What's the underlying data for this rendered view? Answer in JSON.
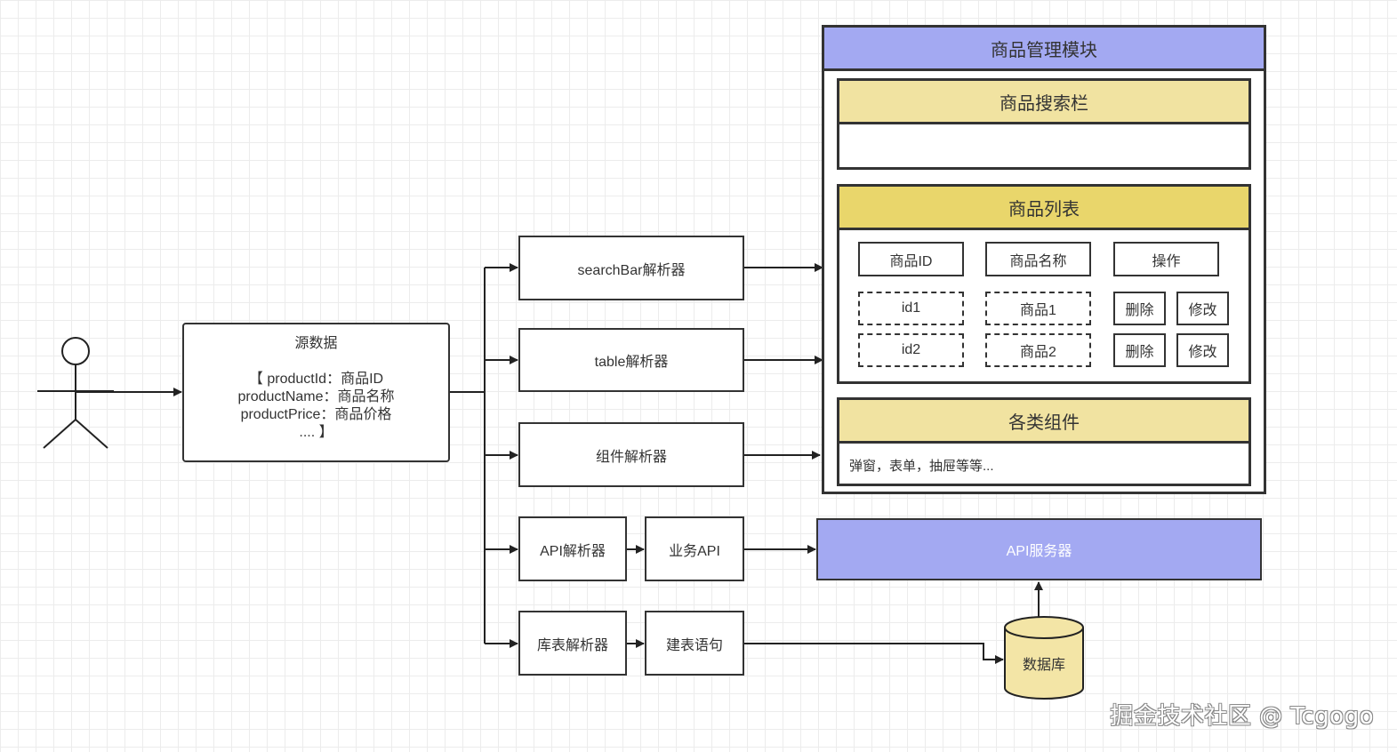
{
  "source": {
    "title": "源数据",
    "line1": "【 productId：商品ID",
    "line2": "productName：商品名称",
    "line3": "productPrice：商品价格",
    "line4": ".... 】"
  },
  "parsers": {
    "searchbar": "searchBar解析器",
    "table": "table解析器",
    "component": "组件解析器",
    "api": "API解析器",
    "business_api": "业务API",
    "db_table": "库表解析器",
    "create_sql": "建表语句"
  },
  "module": {
    "title": "商品管理模块",
    "search_bar": "商品搜索栏",
    "list": {
      "title": "商品列表",
      "headers": [
        "商品ID",
        "商品名称",
        "操作"
      ],
      "rows": [
        {
          "id": "id1",
          "name": "商品1",
          "delete": "删除",
          "edit": "修改"
        },
        {
          "id": "id2",
          "name": "商品2",
          "delete": "删除",
          "edit": "修改"
        }
      ]
    },
    "components": {
      "title": "各类组件",
      "desc": "弹窗，表单，抽屉等等..."
    }
  },
  "api_server": "API服务器",
  "database": "数据库",
  "watermark": "掘金技术社区 @ Tcgogo",
  "colors": {
    "blue": "#a3a9f2",
    "yellow_light": "#f1e3a1",
    "yellow": "#e9d66b",
    "database": "#f3e5a6"
  }
}
